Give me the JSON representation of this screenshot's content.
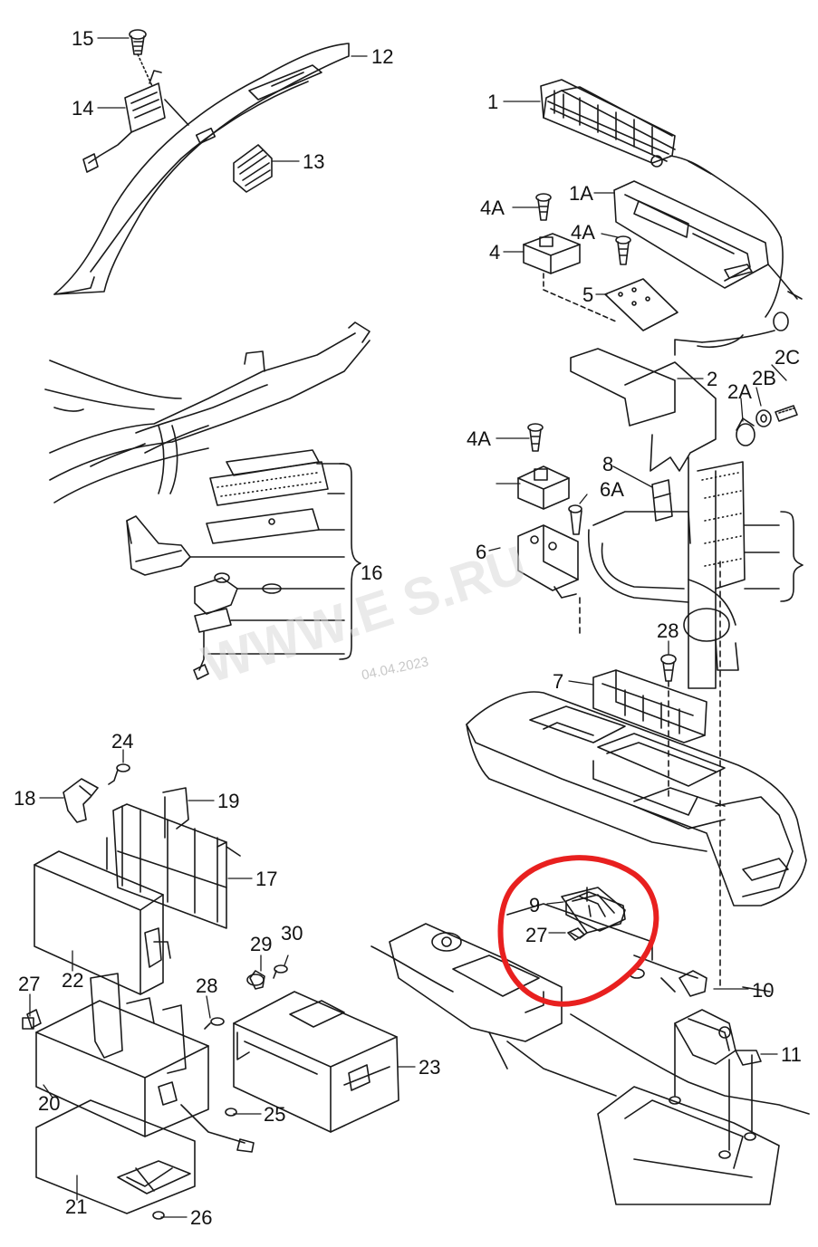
{
  "labels": {
    "l15": "15",
    "l12": "12",
    "l14": "14",
    "l13": "13",
    "l1": "1",
    "l1A": "1A",
    "l4A_a": "4A",
    "l4A_b": "4A",
    "l4": "4",
    "l5": "5",
    "l2C": "2C",
    "l2B": "2B",
    "l2A": "2A",
    "l2": "2",
    "l4A_c": "4A",
    "l8": "8",
    "l6A": "6A",
    "l6": "6",
    "l16": "16",
    "l28a": "28",
    "l7": "7",
    "l24": "24",
    "l18": "18",
    "l19": "19",
    "l17": "17",
    "l22": "22",
    "l29": "29",
    "l30": "30",
    "l27a": "27",
    "l28b": "28",
    "l23": "23",
    "l20": "20",
    "l25": "25",
    "l21": "21",
    "l26": "26",
    "l9": "9",
    "l27b": "27",
    "l10": "10",
    "l11": "11"
  },
  "watermark": {
    "date": "04.04.2023",
    "site": "WWW.E  S.RU"
  },
  "highlight": {
    "color": "#e8201f"
  },
  "line_color": "#1a1a1a"
}
